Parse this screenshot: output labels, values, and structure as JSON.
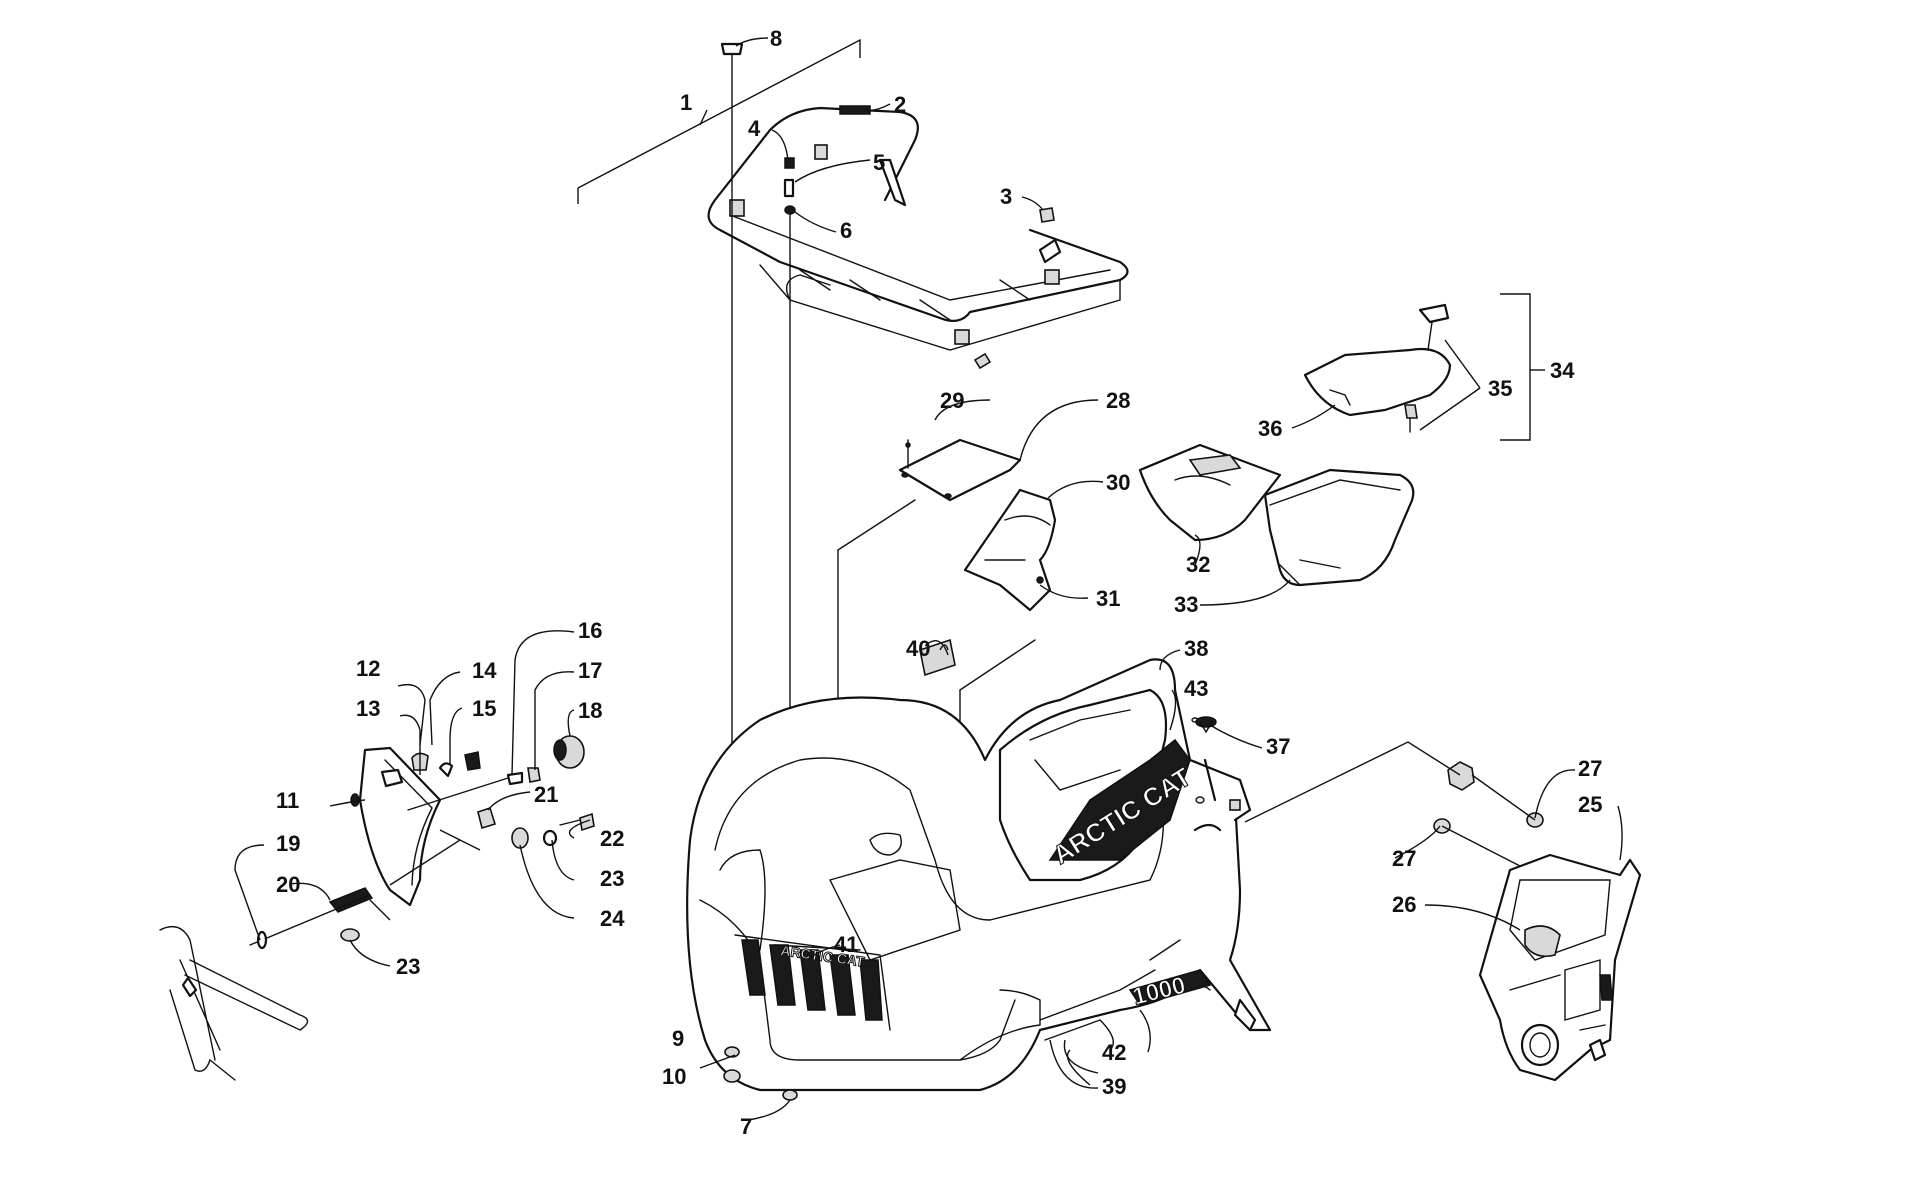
{
  "callouts": [
    {
      "id": "c1",
      "label": "1"
    },
    {
      "id": "c2",
      "label": "2"
    },
    {
      "id": "c3",
      "label": "3"
    },
    {
      "id": "c4",
      "label": "4"
    },
    {
      "id": "c5",
      "label": "5"
    },
    {
      "id": "c6",
      "label": "6"
    },
    {
      "id": "c7",
      "label": "7"
    },
    {
      "id": "c8",
      "label": "8"
    },
    {
      "id": "c9",
      "label": "9"
    },
    {
      "id": "c10",
      "label": "10"
    },
    {
      "id": "c11",
      "label": "11"
    },
    {
      "id": "c12",
      "label": "12"
    },
    {
      "id": "c13",
      "label": "13"
    },
    {
      "id": "c14",
      "label": "14"
    },
    {
      "id": "c15",
      "label": "15"
    },
    {
      "id": "c16",
      "label": "16"
    },
    {
      "id": "c17",
      "label": "17"
    },
    {
      "id": "c18",
      "label": "18"
    },
    {
      "id": "c19",
      "label": "19"
    },
    {
      "id": "c20",
      "label": "20"
    },
    {
      "id": "c21",
      "label": "21"
    },
    {
      "id": "c22",
      "label": "22"
    },
    {
      "id": "c23a",
      "label": "23"
    },
    {
      "id": "c23b",
      "label": "23"
    },
    {
      "id": "c24",
      "label": "24"
    },
    {
      "id": "c25",
      "label": "25"
    },
    {
      "id": "c26",
      "label": "26"
    },
    {
      "id": "c27a",
      "label": "27"
    },
    {
      "id": "c27b",
      "label": "27"
    },
    {
      "id": "c28",
      "label": "28"
    },
    {
      "id": "c29",
      "label": "29"
    },
    {
      "id": "c30",
      "label": "30"
    },
    {
      "id": "c31",
      "label": "31"
    },
    {
      "id": "c32",
      "label": "32"
    },
    {
      "id": "c33",
      "label": "33"
    },
    {
      "id": "c34",
      "label": "34"
    },
    {
      "id": "c35",
      "label": "35"
    },
    {
      "id": "c36",
      "label": "36"
    },
    {
      "id": "c37",
      "label": "37"
    },
    {
      "id": "c38",
      "label": "38"
    },
    {
      "id": "c39",
      "label": "39"
    },
    {
      "id": "c40",
      "label": "40"
    },
    {
      "id": "c41",
      "label": "41"
    },
    {
      "id": "c42",
      "label": "42"
    },
    {
      "id": "c43",
      "label": "43"
    }
  ],
  "decals": {
    "side_brand": "ARCTIC CAT",
    "front_brand": "ARCTIC CAT",
    "model_badge": "1000"
  }
}
